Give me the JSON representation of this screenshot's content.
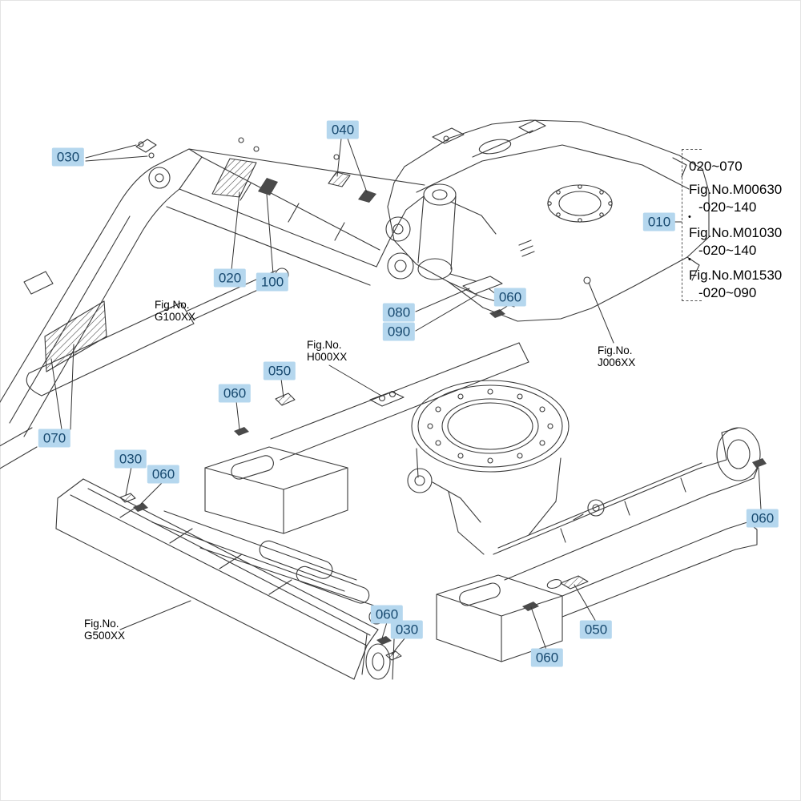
{
  "diagram": {
    "kind": "machine-parts-exploded-diagram",
    "colors": {
      "callout_bg": "#b5d7ee",
      "callout_text": "#17496f",
      "line_art": "#3a3a3a"
    }
  },
  "callouts": [
    {
      "label": "030"
    },
    {
      "label": "040"
    },
    {
      "label": "020"
    },
    {
      "label": "100"
    },
    {
      "label": "080"
    },
    {
      "label": "090"
    },
    {
      "label": "060"
    },
    {
      "label": "010"
    },
    {
      "label": "050"
    },
    {
      "label": "060"
    },
    {
      "label": "070"
    },
    {
      "label": "030"
    },
    {
      "label": "060"
    },
    {
      "label": "060"
    },
    {
      "label": "060"
    },
    {
      "label": "030"
    },
    {
      "label": "050"
    },
    {
      "label": "060"
    }
  ],
  "fig_labels": [
    {
      "line1": "Fig.No.",
      "line2": "G100XX"
    },
    {
      "line1": "Fig.No.",
      "line2": "H000XX"
    },
    {
      "line1": "Fig.No.",
      "line2": "J006XX"
    },
    {
      "line1": "Fig.No.",
      "line2": "G500XX"
    }
  ],
  "legend": {
    "bullet": "•",
    "lines": [
      "020~070",
      "Fig.No.M00630",
      "-020~140",
      "Fig.No.M01030",
      "-020~140",
      "Fig.No.M01530",
      "-020~090"
    ]
  }
}
